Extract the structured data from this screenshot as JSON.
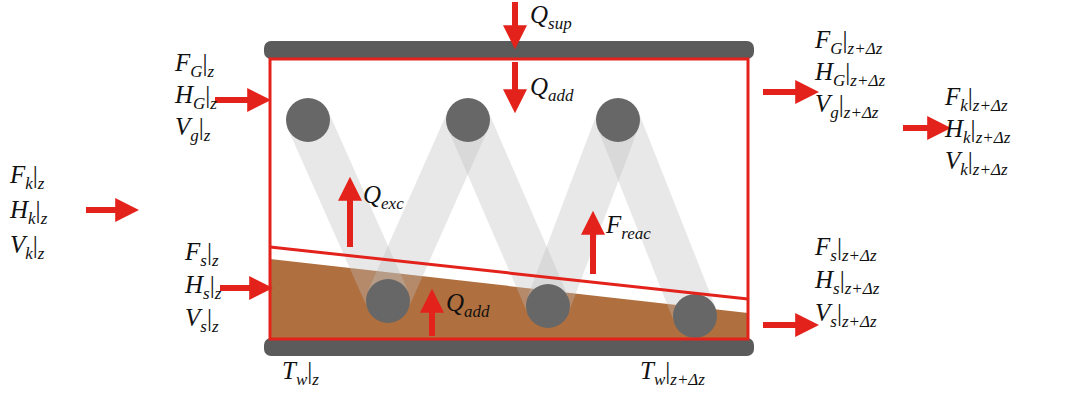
{
  "diagram": {
    "labels": [
      "Fk|z",
      "Hk|z",
      "Vk|z",
      "FG|z",
      "HG|z",
      "Vg|z",
      "Fs|z",
      "Hs|z",
      "Vs|z",
      "FG|z+Δz",
      "HG|z+Δz",
      "Vg|z+Δz",
      "Fs|z+Δz",
      "Hs|z+Δz",
      "Vs|z+Δz",
      "Fk|z+Δz",
      "Hk|z+Δz",
      "Vk|z+Δz",
      "Qsup",
      "Qadd",
      "Qexc",
      "Freac",
      "Qadd",
      "Tw|z",
      "Tw|z+Δz"
    ]
  }
}
